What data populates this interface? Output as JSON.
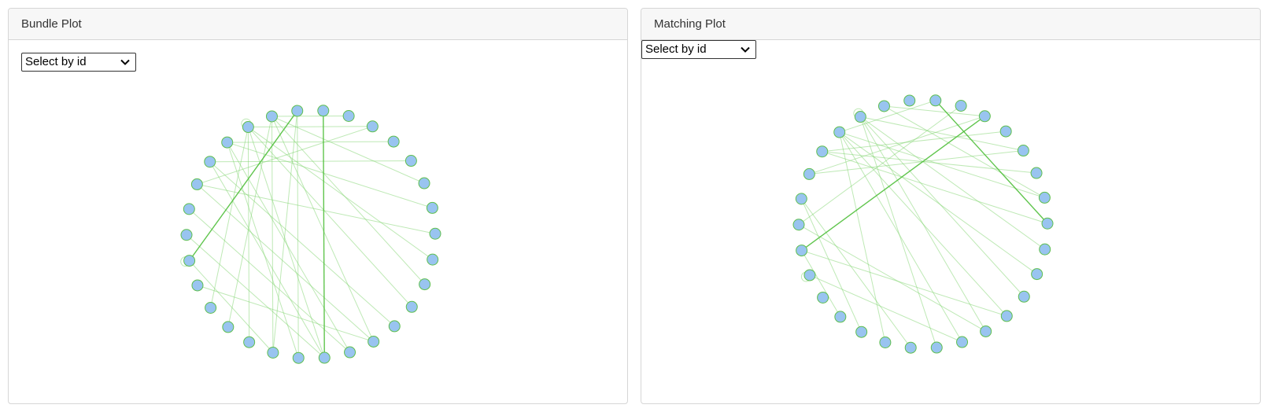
{
  "panels": [
    {
      "title": "Bundle Plot",
      "select": {
        "selected": "Select by id"
      }
    },
    {
      "title": "Matching Plot",
      "select": {
        "selected": "Select by id"
      }
    }
  ],
  "colors": {
    "node_fill": "#99c4f0",
    "node_stroke": "#5fbf4f",
    "edge": "#7dd36b"
  },
  "icons": {
    "dropdown": "chevron-down-icon"
  }
}
